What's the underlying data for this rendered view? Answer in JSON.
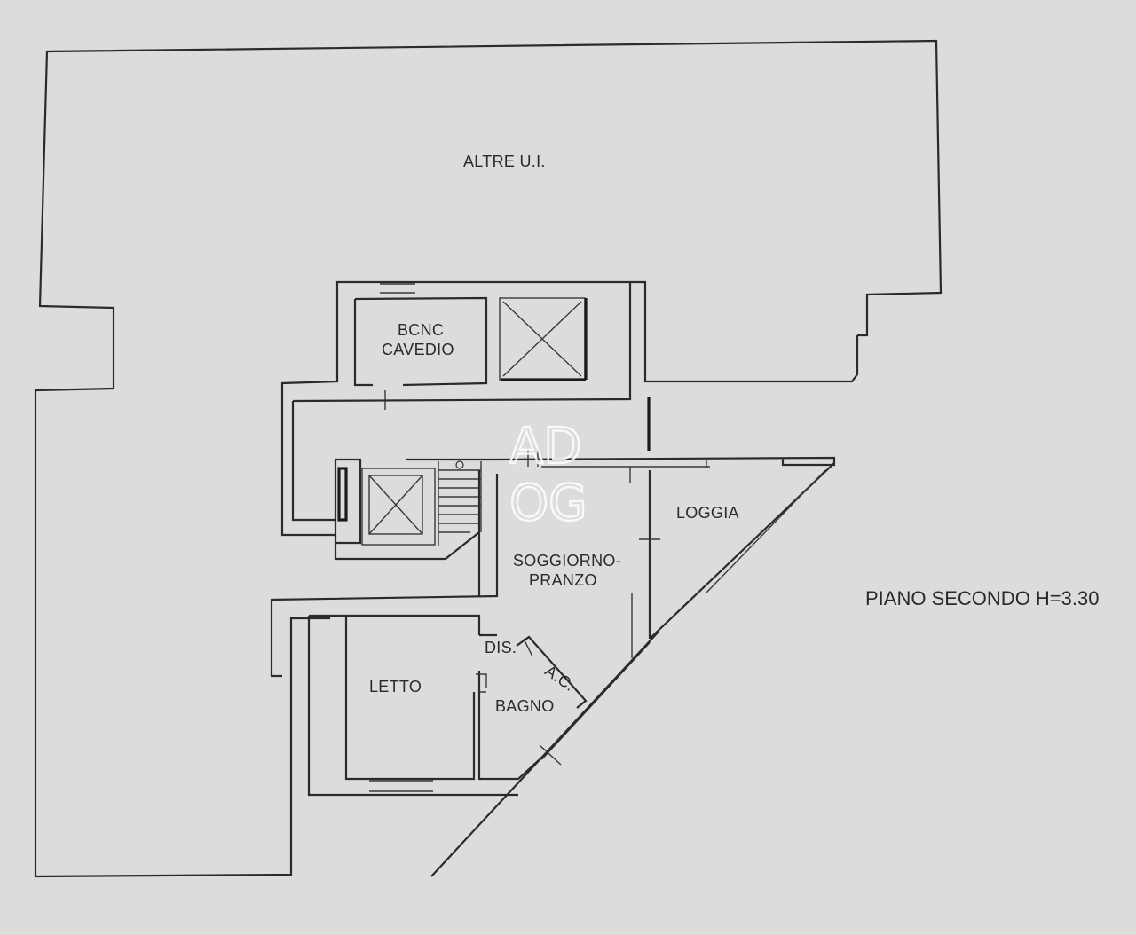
{
  "labels": {
    "altre": "ALTRE U.I.",
    "bcnc": "BCNC",
    "cavedio": "CAVEDIO",
    "loggia": "LOGGIA",
    "soggiorno": "SOGGIORNO-",
    "pranzo": "PRANZO",
    "dis": "DIS.",
    "ac": "A.C.",
    "letto": "LETTO",
    "bagno": "BAGNO",
    "piano": "PIANO SECONDO H=3.30"
  },
  "watermark": {
    "line1": "AD",
    "line2": "OG"
  },
  "colors": {
    "paper": "#dcdcda",
    "ink": "#2b2b2b",
    "watermark": "#ffffff"
  }
}
